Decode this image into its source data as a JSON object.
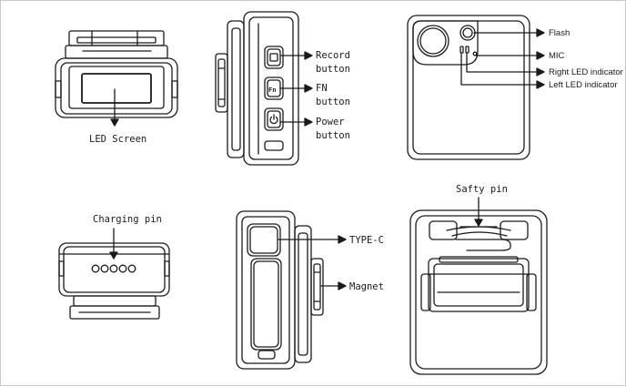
{
  "labels": {
    "led_screen": "LED Screen",
    "record_button_line1": "Record",
    "record_button_line2": "button",
    "fn_button_line1": "FN",
    "fn_button_line2": "button",
    "power_button_line1": "Power",
    "power_button_line2": "button",
    "flash": "Flash",
    "mic": "MIC",
    "right_led_indicator": "Right LED indicator",
    "left_led_indicator": "Left LED indicator",
    "charging_pin": "Charging pin",
    "type_c": "TYPE-C",
    "magnet": "Magnet",
    "safty_pin": "Safty pin"
  },
  "button_glyphs": {
    "fn": "Fn"
  },
  "colors": {
    "line": "#1a1a1a",
    "border": "#c8c8c8",
    "background": "#ffffff"
  }
}
